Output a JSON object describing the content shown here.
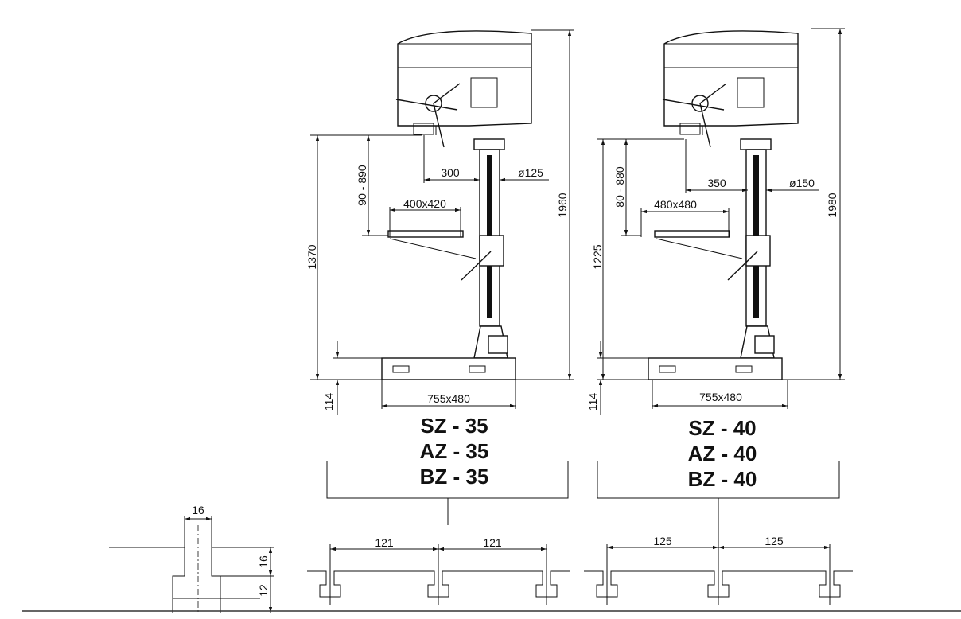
{
  "machines": [
    {
      "models": [
        "SZ - 35",
        "AZ - 35",
        "BZ - 35"
      ],
      "dims": {
        "total_table_height": "1370",
        "spindle_table_range": "90 - 890",
        "throat": "300",
        "column_diameter": "ø125",
        "table_size": "400x420",
        "overall_height": "1960",
        "base_height": "114",
        "base_size": "755x480"
      },
      "slot_spacing": [
        "121",
        "121"
      ]
    },
    {
      "models": [
        "SZ - 40",
        "AZ - 40",
        "BZ - 40"
      ],
      "dims": {
        "total_table_height": "1225",
        "spindle_table_range": "80 - 880",
        "throat": "350",
        "column_diameter": "ø150",
        "table_size": "480x480",
        "overall_height": "1980",
        "base_height": "114",
        "base_size": "755x480"
      },
      "slot_spacing": [
        "125",
        "125"
      ]
    }
  ],
  "t_slot": {
    "slot_width": "16",
    "slot_depth": "16",
    "slot_bottom": "12"
  }
}
